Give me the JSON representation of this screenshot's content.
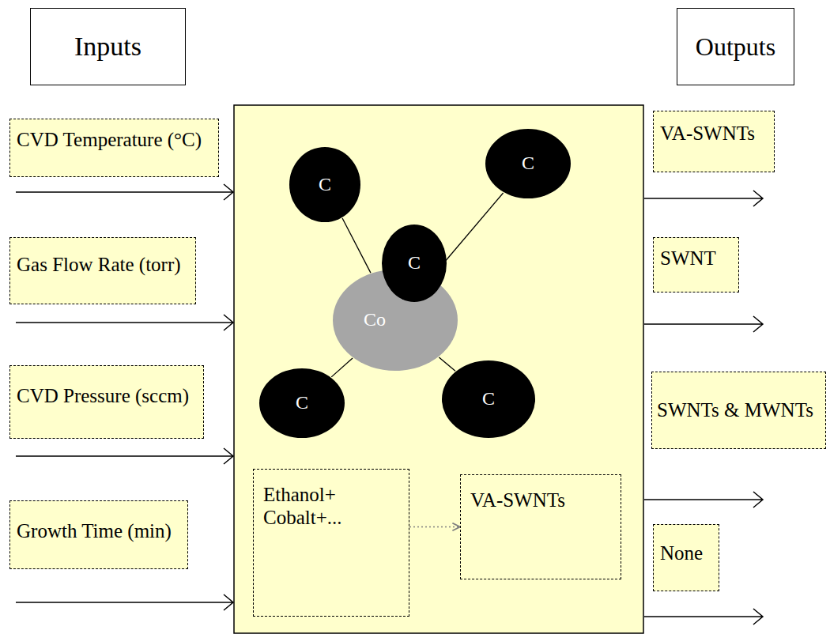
{
  "diagram": {
    "nodes": [
      {
        "text": [
          "Inputs"
        ]
      },
      {
        "text": [
          "Outputs"
        ]
      },
      {
        "text": [
          "CVD Temperature (°C)"
        ]
      },
      {
        "text": [
          "Gas Flow Rate (torr)"
        ]
      },
      {
        "text": [
          "CVD Pressure (sccm)"
        ]
      },
      {
        "text": [
          "Growth Time (min)"
        ]
      },
      {
        "text": [
          "C"
        ]
      },
      {
        "text": [
          "C"
        ]
      },
      {
        "text": [
          "C"
        ]
      },
      {
        "text": [
          "Co"
        ]
      },
      {
        "text": [
          "C"
        ]
      },
      {
        "text": [
          "C"
        ]
      },
      {
        "text": [
          "Ethanol+ Cobalt+..."
        ]
      },
      {
        "text": [
          "VA-SWNTs"
        ]
      },
      {
        "text": [
          "VA-SWNTs"
        ]
      },
      {
        "text": [
          "SWNT"
        ]
      },
      {
        "text": [
          "SWNTs & MWNTs"
        ]
      },
      {
        "text": [
          "None"
        ]
      }
    ],
    "edges": [
      {
        "from": 6,
        "to": 9,
        "arrow": "none"
      },
      {
        "from": 7,
        "to": 9,
        "arrow": "none"
      },
      {
        "from": 10,
        "to": 9,
        "arrow": "none"
      },
      {
        "from": 11,
        "to": 9,
        "arrow": "none"
      },
      {
        "from": 12,
        "to": 13,
        "arrow": "to"
      }
    ]
  }
}
